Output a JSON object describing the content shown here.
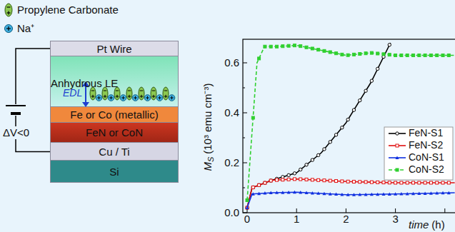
{
  "diagram": {
    "nodes": [
      {
        "text": [
          "Pt Wire"
        ]
      },
      {
        "text": [
          "Anhydrous LE"
        ]
      },
      {
        "text": [
          "Fe or Co (metallic)"
        ]
      },
      {
        "text": [
          "FeN or CoN"
        ]
      },
      {
        "text": [
          "Cu / Ti"
        ]
      },
      {
        "text": [
          "Si"
        ]
      }
    ],
    "edges": [
      {
        "from": 0,
        "to": 4,
        "label": "ΔV<0",
        "arrow": "none"
      }
    ],
    "labels": [
      "EDL",
      "M",
      "S",
      "(10³ emu cm⁻³)",
      "0.0",
      "0.2",
      "0.4",
      "0.6",
      "0",
      "1",
      "2",
      "3",
      "time",
      "(h)"
    ],
    "legend": [
      {
        "text": "Propylene Carbonate"
      },
      {
        "text": "Na⁺"
      },
      {
        "text": "FeN-S1"
      },
      {
        "text": "FeN-S2"
      },
      {
        "text": "CoN-S1"
      },
      {
        "text": "CoN-S2"
      }
    ]
  }
}
